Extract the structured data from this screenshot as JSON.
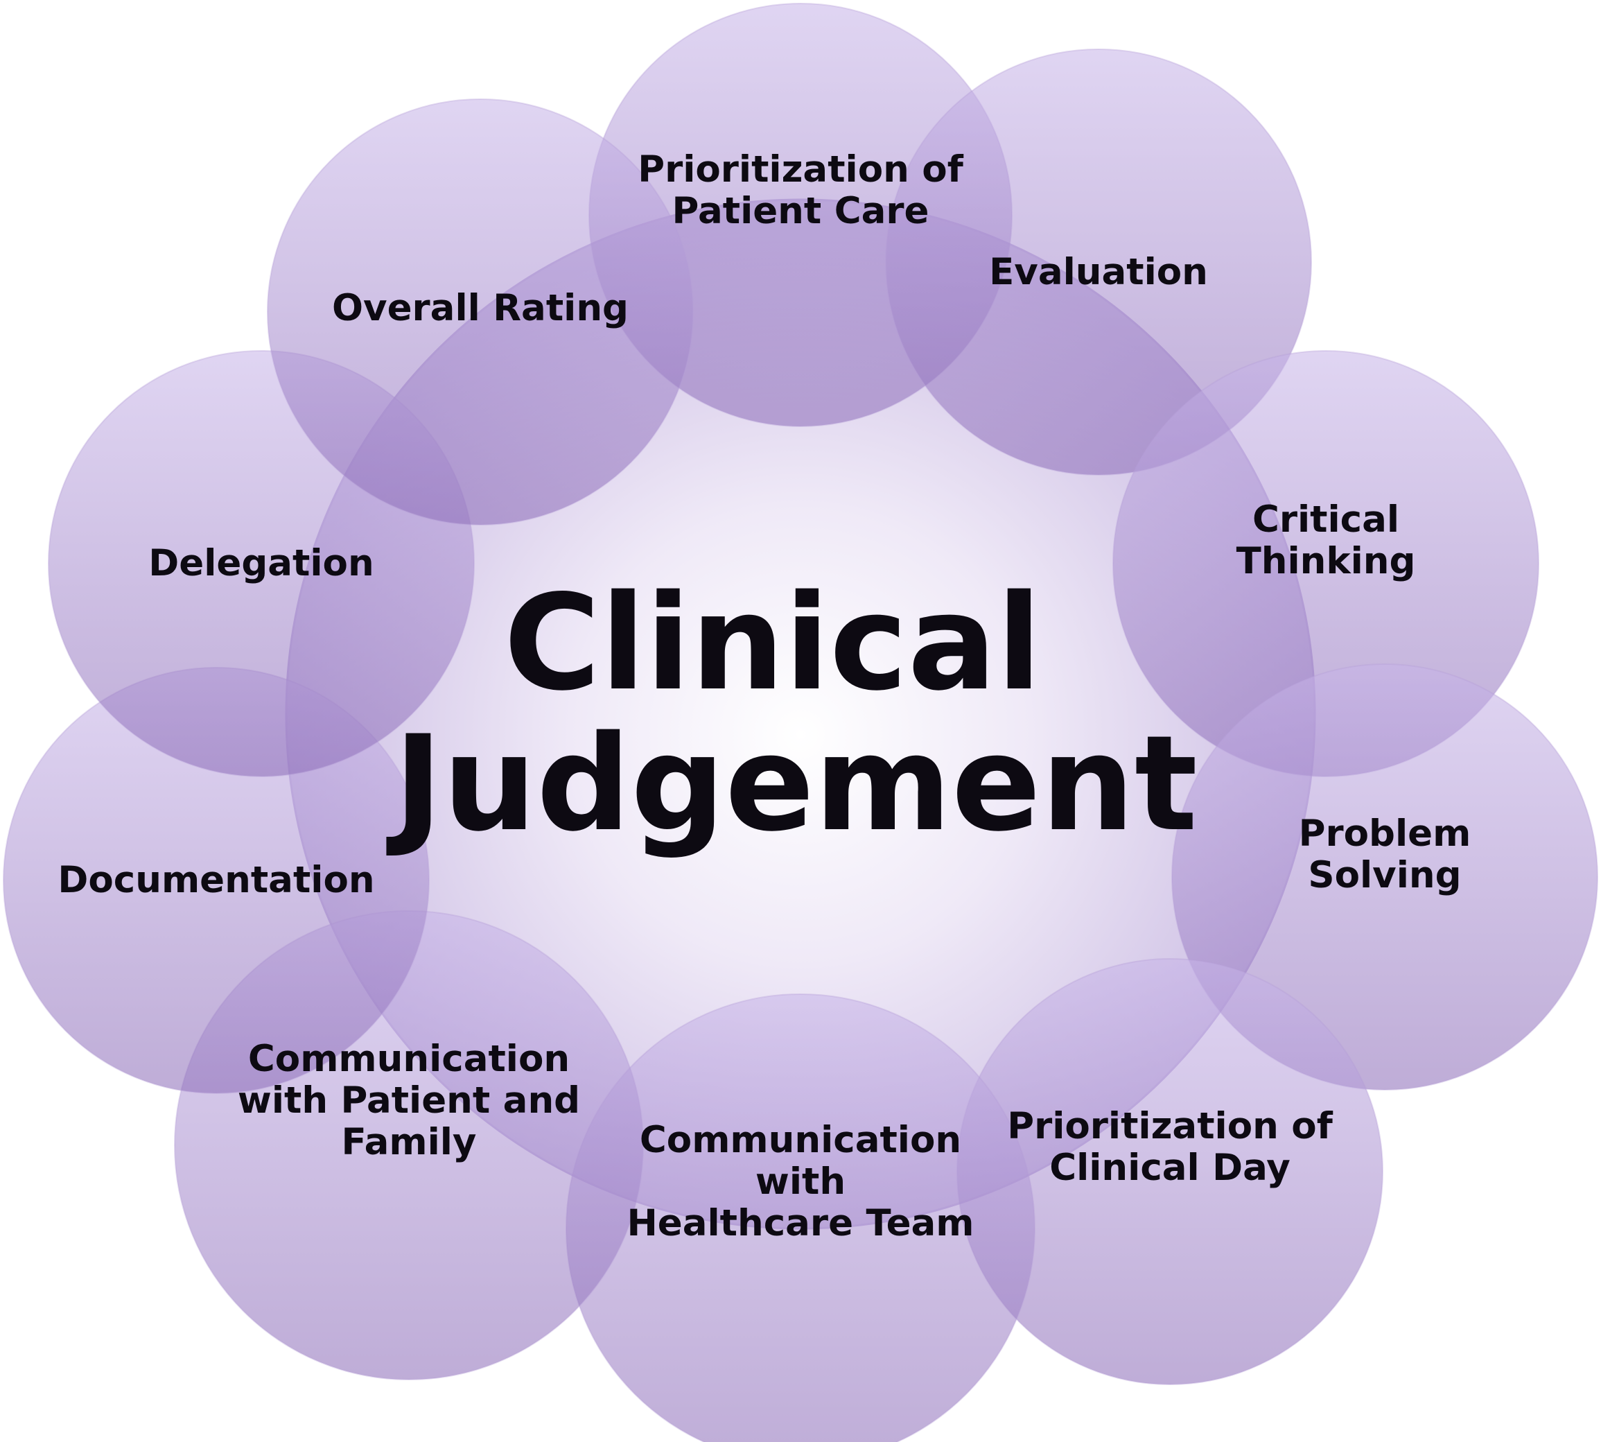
{
  "diagram": {
    "hub": {
      "lines": [
        "Clinical",
        "Judgement"
      ]
    },
    "nodes": [
      {
        "id": "prioritization-patient-care",
        "lines": [
          "Prioritization of",
          "Patient Care"
        ]
      },
      {
        "id": "evaluation",
        "lines": [
          "Evaluation"
        ]
      },
      {
        "id": "critical-thinking",
        "lines": [
          "Critical",
          "Thinking"
        ]
      },
      {
        "id": "problem-solving",
        "lines": [
          "Problem",
          "Solving"
        ]
      },
      {
        "id": "prioritization-clinical-day",
        "lines": [
          "Prioritization of",
          "Clinical Day"
        ]
      },
      {
        "id": "communication-healthcare-team",
        "lines": [
          "Communication",
          "with",
          "Healthcare Team"
        ]
      },
      {
        "id": "communication-patient-family",
        "lines": [
          "Communication",
          "with Patient and",
          "Family"
        ]
      },
      {
        "id": "documentation",
        "lines": [
          "Documentation"
        ]
      },
      {
        "id": "delegation",
        "lines": [
          "Delegation"
        ]
      },
      {
        "id": "overall-rating",
        "lines": [
          "Overall Rating"
        ]
      }
    ],
    "colors": {
      "node_top": "#d9ccee",
      "node_bottom": "#9f86c4",
      "node_stroke": "#b49fd6",
      "hub_center": "#ffffff",
      "hub_edge": "#cfc0e6",
      "text": "#0d0a12"
    }
  }
}
